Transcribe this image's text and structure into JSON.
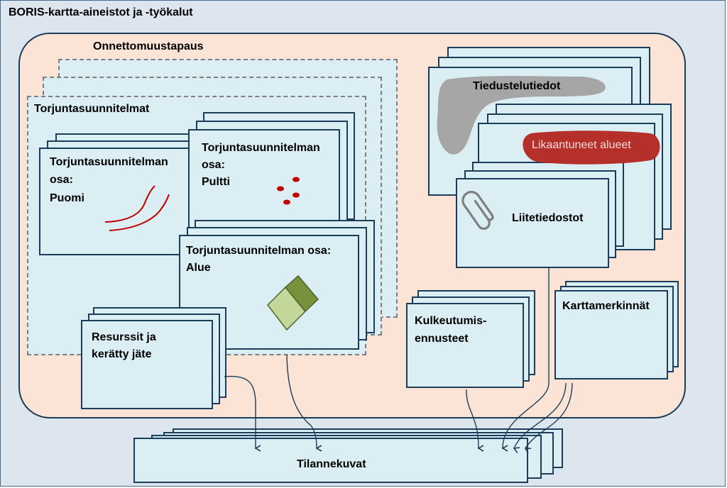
{
  "title": "BORIS-kartta-aineistot ja -työkalut",
  "onnettomuustapaus": {
    "label": "Onnettomuustapaus"
  },
  "torjuntasuunnitelmat": {
    "label": "Torjuntasuunnitelmat",
    "puomi": {
      "line1": "Torjuntasuunnitelman",
      "line2": "osa:",
      "line3": "Puomi"
    },
    "pultti": {
      "line1": "Torjuntasuunnitelman",
      "line2": "osa:",
      "line3": "Pultti"
    },
    "alue": {
      "line1": "Torjuntasuunnitelman osa:",
      "line2": "Alue"
    },
    "resurssit": {
      "line1": "Resurssit ja",
      "line2": "kerätty jäte"
    }
  },
  "tiedustelutiedot": {
    "label": "Tiedustelutiedot"
  },
  "likaantuneet": {
    "label": "Likaantuneet alueet"
  },
  "liitetiedostot": {
    "label": "Liitetiedostot"
  },
  "kulkeutumis": {
    "line1": "Kulkeutumis-",
    "line2": "ennusteet"
  },
  "karttamerkinnat": {
    "label": "Karttamerkinnät"
  },
  "tilannekuvat": {
    "label": "Tilannekuvat"
  },
  "colors": {
    "frame_bg": "#dde5ef",
    "incident_bg": "#fbe4d5",
    "box_bg": "#daeef3",
    "box_border": "#1c3d5a",
    "arrow": "#1c3d5a",
    "boom_line": "#c00000",
    "bolt_dot": "#c00000",
    "contaminated_fill": "#b5302a",
    "intel_blob": "#a6a6a6",
    "area_light": "#c4d79b",
    "area_dark": "#76923c"
  },
  "icons": {
    "attachment": "paperclip-icon"
  }
}
